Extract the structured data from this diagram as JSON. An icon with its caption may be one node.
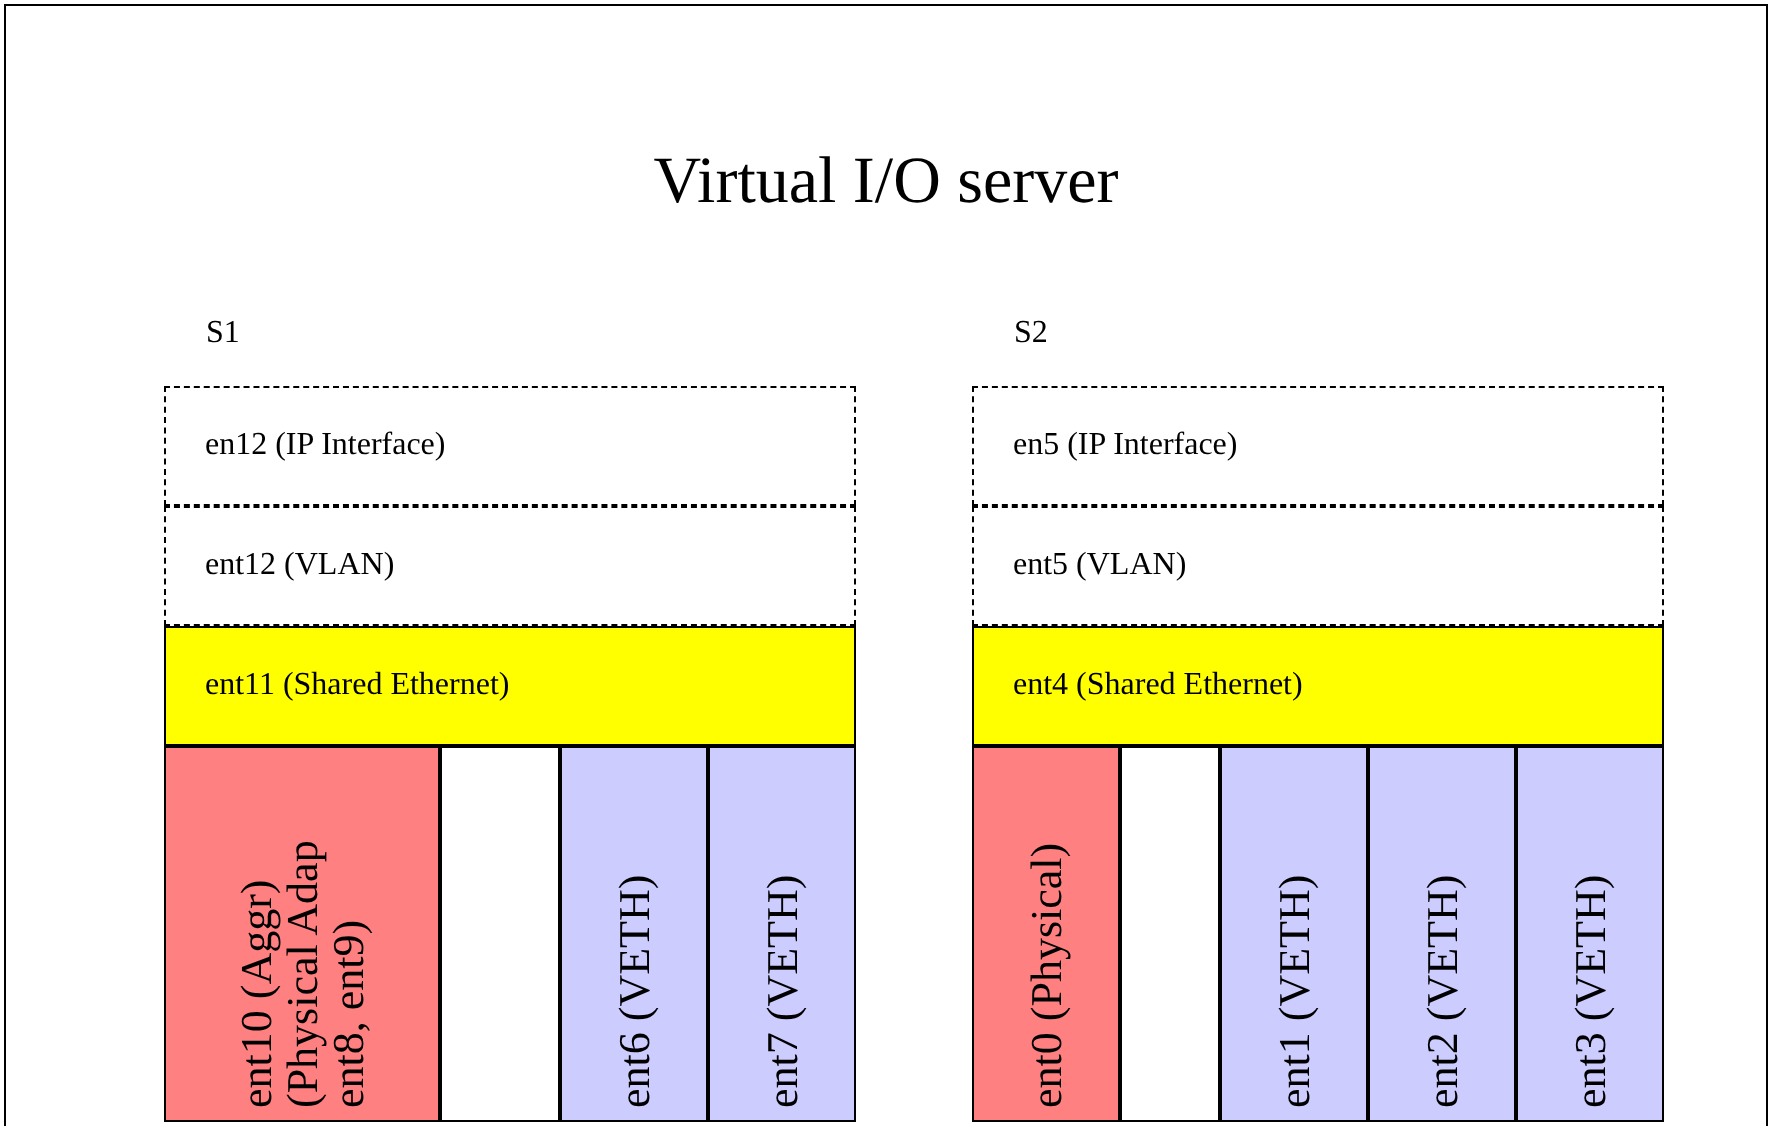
{
  "diagram": {
    "nodes": [
      {
        "text": [
          "Virtual I/O server"
        ]
      },
      {
        "text": [
          "en12 (IP Interface)"
        ],
        "in": 0
      },
      {
        "text": [
          "ent12 (VLAN)"
        ],
        "in": 0
      },
      {
        "text": [
          "ent11 (Shared Ethernet)"
        ],
        "in": 0
      },
      {
        "text": [
          "ent10 (Aggr) (Physical Adap ent8, ent9)"
        ],
        "in": 0
      },
      {
        "text": [],
        "shape": "box",
        "in": 0
      },
      {
        "text": [
          "ent6 (VETH)"
        ],
        "in": 0
      },
      {
        "text": [
          "ent7 (VETH)"
        ],
        "in": 0
      },
      {
        "text": [
          "en5 (IP Interface)"
        ],
        "in": 0
      },
      {
        "text": [
          "ent5 (VLAN)"
        ],
        "in": 0
      },
      {
        "text": [
          "ent4 (Shared Ethernet)"
        ],
        "in": 0
      },
      {
        "text": [
          "ent0 (Physical)"
        ],
        "in": 0
      },
      {
        "text": [],
        "shape": "box",
        "in": 0
      },
      {
        "text": [
          "ent1 (VETH)"
        ],
        "in": 0
      },
      {
        "text": [
          "ent2 (VETH)"
        ],
        "in": 0
      },
      {
        "text": [
          "ent3 (VETH)"
        ],
        "in": 0
      }
    ],
    "edges": [],
    "labels": [
      "S1",
      "S2"
    ]
  }
}
